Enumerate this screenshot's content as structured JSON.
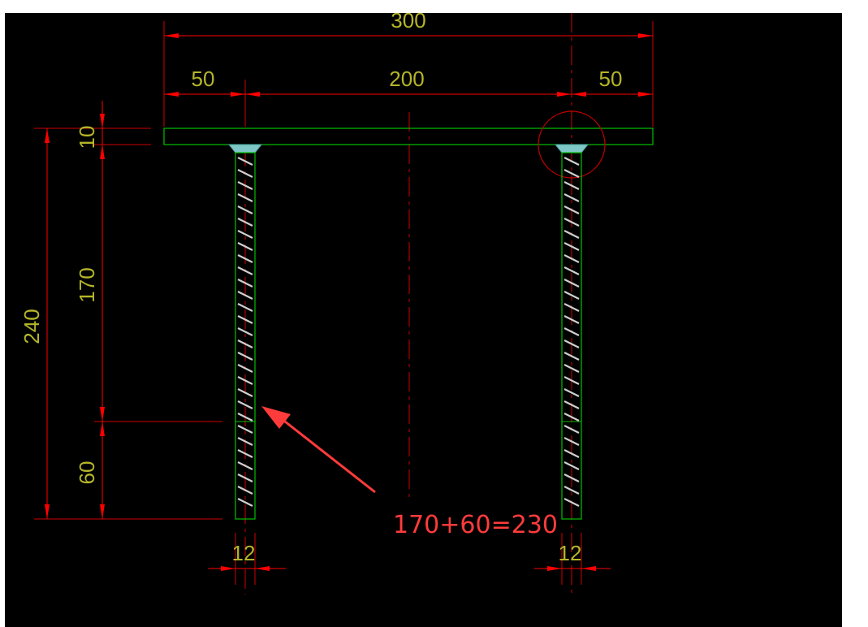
{
  "drawing": {
    "dimensions": {
      "overall_width": "300",
      "left_offset": "50",
      "center_span": "200",
      "right_offset": "50",
      "plate_thickness": "10",
      "upper_anchor_length": "170",
      "lower_anchor_length": "60",
      "total_height": "240",
      "left_bar_diameter": "12",
      "right_bar_diameter": "12"
    },
    "annotation": {
      "text": "170+60=230",
      "color": "#ff3b3b"
    },
    "colors": {
      "background": "#000000",
      "dimension_lines": "#ff0000",
      "dimension_text": "#b5b52a",
      "steel_outline": "#00c000",
      "weld": "#7fc8c8",
      "rebar_ribs": "#cfcfcf"
    }
  }
}
